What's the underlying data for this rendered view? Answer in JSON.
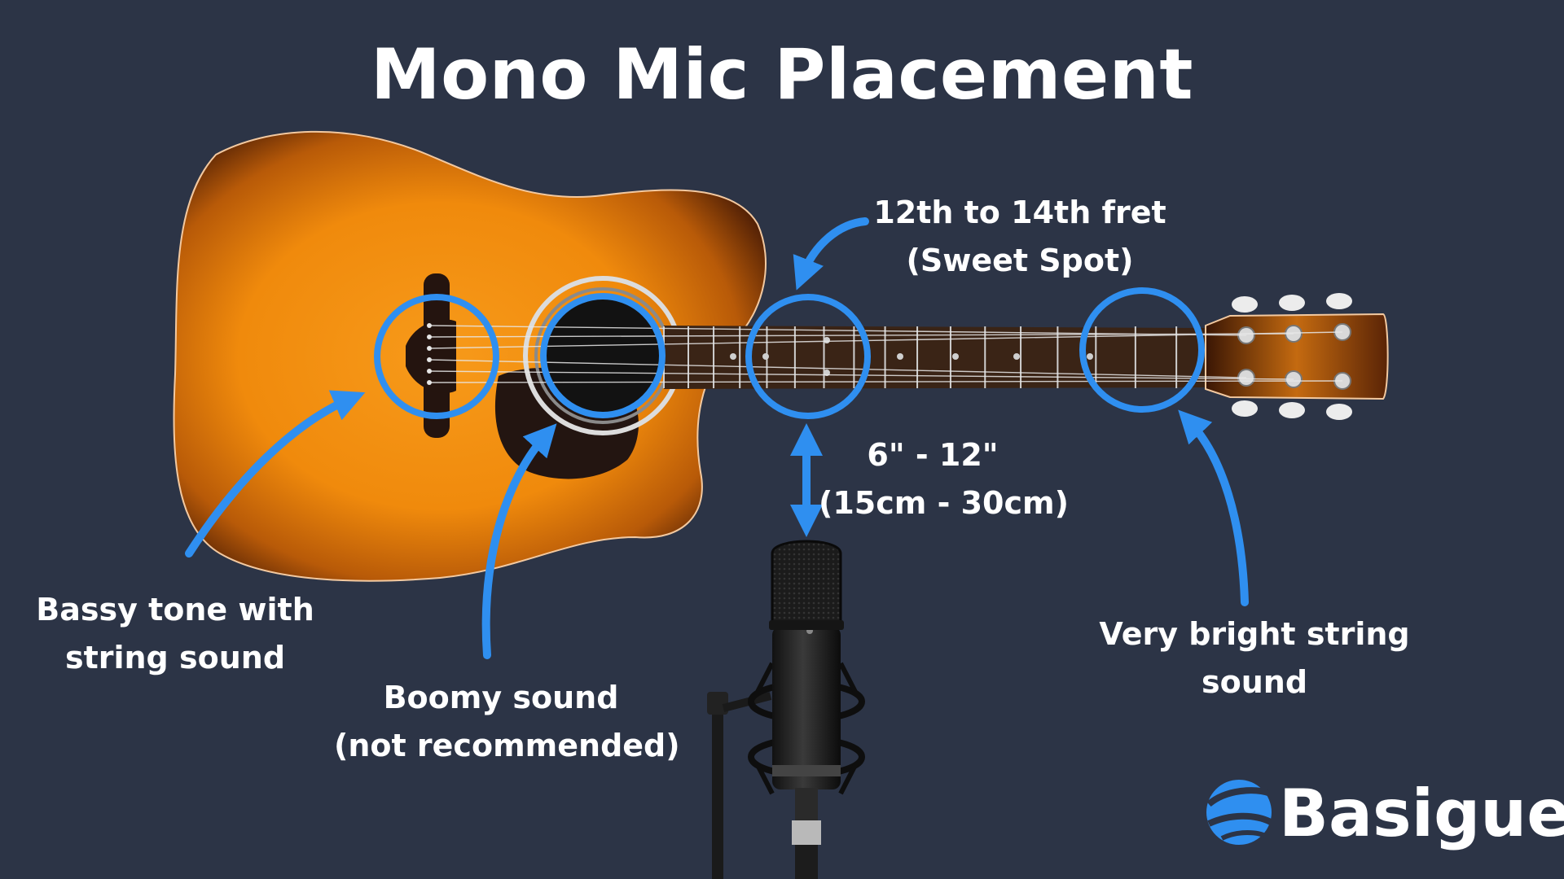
{
  "title": "Mono Mic Placement",
  "annotations": {
    "bridge": {
      "lines": [
        "Bassy tone with",
        "string sound"
      ]
    },
    "soundhole": {
      "lines": [
        "Boomy sound",
        "(not recommended)"
      ]
    },
    "sweet_spot": {
      "lines": [
        "12th to 14th fret",
        "(Sweet Spot)"
      ]
    },
    "distance": {
      "lines": [
        "6\" - 12\"",
        "(15cm - 30cm)"
      ]
    },
    "headstock": {
      "lines": [
        "Very bright string",
        "sound"
      ]
    }
  },
  "brand": {
    "name": "Basigue"
  },
  "colors": {
    "background": "#2c3446",
    "accent": "#2f8ff0",
    "guitar_orange": "#f08a0c",
    "guitar_dark": "#5a2406",
    "text": "#ffffff"
  },
  "icons": [
    "acoustic-guitar",
    "condenser-microphone",
    "globe-logo-icon"
  ]
}
